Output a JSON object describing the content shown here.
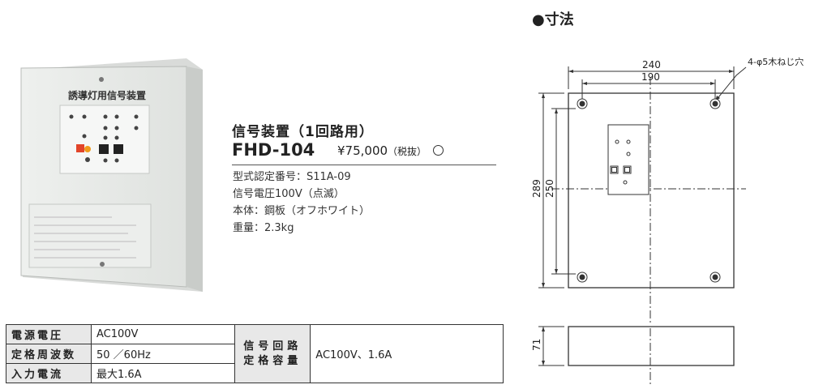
{
  "product": {
    "panel_label": "誘導灯用信号装置",
    "title": "信号装置（1回路用）",
    "model": "FHD-104",
    "price": "¥75,000",
    "tax_note": "（税抜）",
    "specs": [
      "型式認定番号：S11A-09",
      "信号電圧100V（点滅）",
      "本体：鋼板（オフホワイト）",
      "重量：2.3kg"
    ]
  },
  "table": {
    "rows": [
      {
        "label": "電源電圧",
        "value": "AC100V"
      },
      {
        "label": "定格周波数",
        "value": "50 ／60Hz"
      },
      {
        "label": "入力電流",
        "value": "最大1.6A"
      }
    ],
    "circuit_label_1": "信号回路",
    "circuit_label_2": "定格容量",
    "circuit_value": "AC100V、1.6A"
  },
  "dimensions": {
    "title": "●寸法",
    "width_outer": "240",
    "width_inner": "190",
    "height_outer": "289",
    "height_inner": "250",
    "depth": "71",
    "screw_note": "4-φ5木ねじ穴"
  }
}
